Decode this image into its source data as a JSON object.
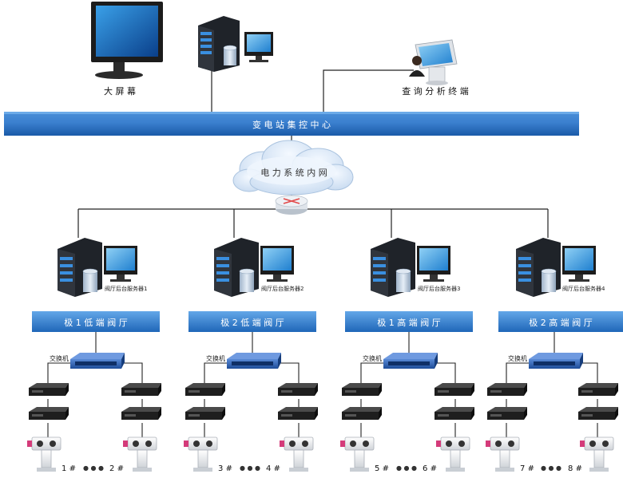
{
  "top": {
    "big_screen_label": "大 屏 幕",
    "query_terminal_label": "查 询 分 析 终 端",
    "center_bar_label": "变 电 站 集 控 中 心",
    "cloud_label": "电 力 系 统 内 网"
  },
  "halls": [
    {
      "server_label": "阀厅后台服务器1",
      "bar_label": "极 1 低 端 阀 厅",
      "switch_label": "交换机",
      "cam_left_label": "1 #",
      "cam_right_label": "2 #",
      "dots": "● ● ●"
    },
    {
      "server_label": "阀厅后台服务器2",
      "bar_label": "极 2 低 端 阀 厅",
      "switch_label": "交换机",
      "cam_left_label": "3 #",
      "cam_right_label": "4 #",
      "dots": "● ● ●"
    },
    {
      "server_label": "阀厅后台服务器3",
      "bar_label": "极 1 高 端 阀 厅",
      "switch_label": "交换机",
      "cam_left_label": "5 #",
      "cam_right_label": "6 #",
      "dots": "● ● ●"
    },
    {
      "server_label": "阀厅后台服务器4",
      "bar_label": "极 2 高 端 阀 厅",
      "switch_label": "交换机",
      "cam_left_label": "7 #",
      "cam_right_label": "8 #",
      "dots": "● ● ●"
    }
  ],
  "colors": {
    "bar_dark": "#1a63b4",
    "bar_light": "#5ea3e6",
    "line": "#222222",
    "server_body": "#2b2f36",
    "switch_blue": "#2a5fb0"
  }
}
